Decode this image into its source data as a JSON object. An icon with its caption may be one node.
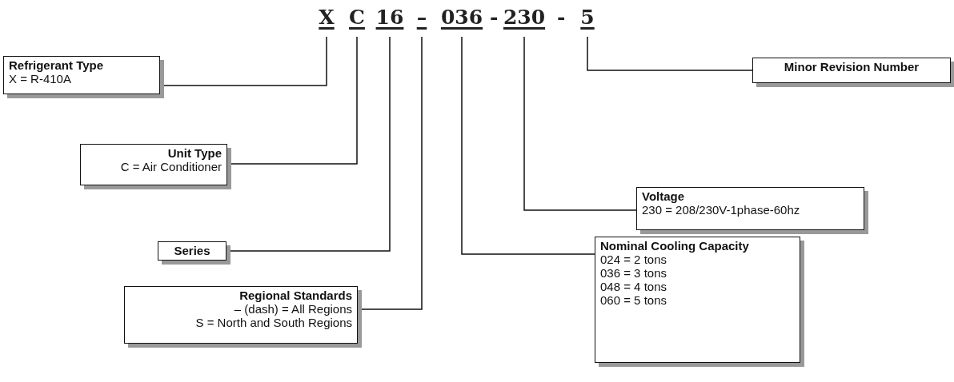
{
  "diagram": {
    "nodes": [
      {
        "text": [
          "Refrigerant Type",
          "X = R-410A"
        ]
      },
      {
        "text": [
          "Unit Type",
          "C = Air Conditioner"
        ]
      },
      {
        "text": [
          "Series"
        ]
      },
      {
        "text": [
          "Regional Standards",
          "– (dash) = All Regions",
          "S = North and South Regions"
        ]
      },
      {
        "text": [
          "Nominal Cooling Capacity",
          "024 = 2 tons",
          "036 = 3 tons",
          "048 = 4 tons",
          "060 = 5 tons"
        ]
      },
      {
        "text": [
          "Voltage",
          "230 = 208/230V-1phase-60hz"
        ]
      },
      {
        "text": [
          "Minor Revision Number"
        ]
      },
      {
        "text": [
          "X"
        ]
      },
      {
        "text": [
          "C"
        ]
      },
      {
        "text": [
          "16"
        ]
      },
      {
        "text": [
          "–"
        ]
      },
      {
        "text": [
          "036"
        ]
      },
      {
        "text": [
          "230"
        ]
      },
      {
        "text": [
          "5"
        ]
      }
    ],
    "edges": [
      {
        "from": 7,
        "to": 0,
        "arrow": "none"
      },
      {
        "from": 8,
        "to": 1,
        "arrow": "none"
      },
      {
        "from": 9,
        "to": 2,
        "arrow": "none"
      },
      {
        "from": 10,
        "to": 3,
        "arrow": "none"
      },
      {
        "from": 11,
        "to": 4,
        "arrow": "none"
      },
      {
        "from": 12,
        "to": 5,
        "arrow": "none"
      },
      {
        "from": 13,
        "to": 6,
        "arrow": "none"
      }
    ],
    "labels": [
      "-",
      "-"
    ]
  }
}
